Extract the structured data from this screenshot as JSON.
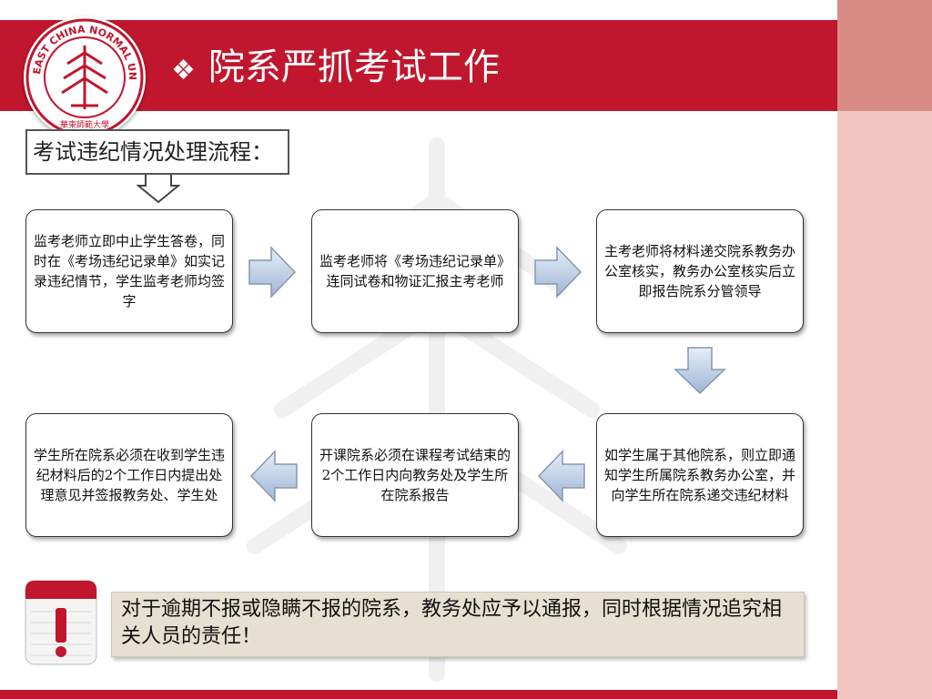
{
  "header": {
    "title_bullet": "❖",
    "title": "院系严抓考试工作",
    "logo_text": "EAST CHINA NORMAL UNIVERSITY",
    "logo_chinese": "華東師範大學",
    "brand_color": "#c0162e"
  },
  "flow": {
    "callout": "考试违纪情况处理流程：",
    "steps": [
      {
        "text": "监考老师立即中止学生答卷，同时在《考场违纪记录单》如实记录违纪情节，学生监考老师均签字"
      },
      {
        "text": "监考老师将《考场违纪记录单》连同试卷和物证汇报主考老师"
      },
      {
        "text": "主考老师将材料递交院系教务办公室核实，教务办公室核实后立即报告院系分管领导"
      },
      {
        "text": "如学生属于其他院系，则立即通知学生所属院系教务办公室，并向学生所在院系递交违纪材料"
      },
      {
        "text": "开课院系必须在课程考试结束的2个工作日内向教务处及学生所在院系报告"
      },
      {
        "text": "学生所在院系必须在收到学生违纪材料后的2个工作日内提出处理意见并签报教务处、学生处"
      }
    ]
  },
  "alert": {
    "icon": "exclamation-notepad-icon",
    "text": "对于逾期不报或隐瞒不报的院系，教务处应予以通报，同时根据情况追究相关人员的责任！"
  }
}
